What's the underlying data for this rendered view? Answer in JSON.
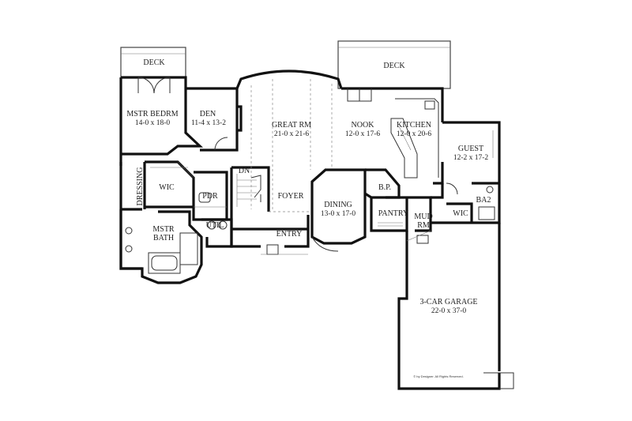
{
  "rooms": {
    "deck_left": {
      "name": "DECK"
    },
    "deck_right": {
      "name": "DECK"
    },
    "master_bedroom": {
      "name": "MSTR BEDRM",
      "size": "14-0 x 18-0"
    },
    "den": {
      "name": "DEN",
      "size": "11-4 x 13-2"
    },
    "great_room": {
      "name": "GREAT RM",
      "size": "21-0 x 21-6"
    },
    "nook": {
      "name": "NOOK",
      "size": "12-0 x 17-6"
    },
    "kitchen": {
      "name": "KITCHEN",
      "size": "12-0 x 20-6"
    },
    "guest": {
      "name": "GUEST",
      "size": "12-2 x 17-2"
    },
    "dressing": {
      "name": "DRESSING"
    },
    "wic_master": {
      "name": "WIC"
    },
    "pdr": {
      "name": "PDR"
    },
    "dn": {
      "name": "DN"
    },
    "foyer": {
      "name": "FOYER"
    },
    "dining": {
      "name": "DINING",
      "size": "13-0 x 17-0"
    },
    "bp": {
      "name": "B.P."
    },
    "pantry": {
      "name": "PANTRY"
    },
    "mud_room": {
      "name_line1": "MUD",
      "name_line2": "RM"
    },
    "wic_guest": {
      "name": "WIC"
    },
    "ba2": {
      "name": "BA2"
    },
    "master_bath": {
      "name_line1": "MSTR",
      "name_line2": "BATH"
    },
    "util": {
      "name": "UTIL"
    },
    "entry": {
      "name": "ENTRY"
    },
    "garage": {
      "name": "3-CAR GARAGE",
      "size": "22-0 x 37-0"
    }
  },
  "copyright": "© by Designer. All Rights Reserved."
}
